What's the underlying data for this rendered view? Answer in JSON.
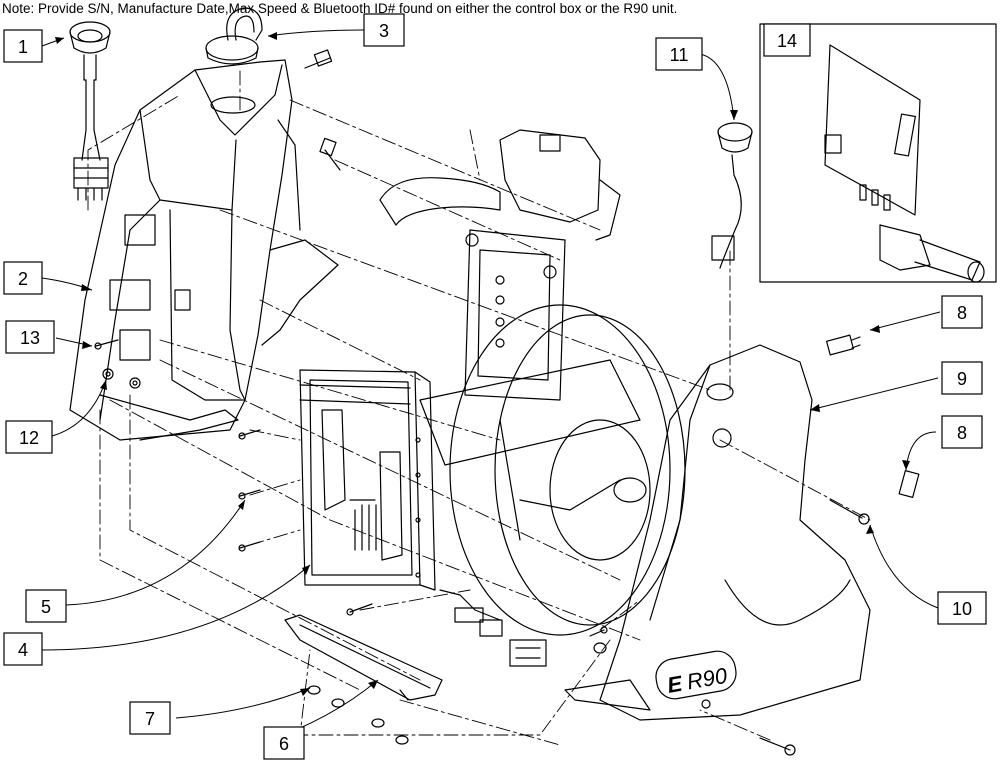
{
  "note": "Note: Provide S/N, Manufacture Date,Max Speed & Bluetooth ID# found on either the control box or the R90 unit.",
  "logo_text": "R90",
  "logo_mark": "E",
  "callouts": [
    {
      "id": "1",
      "label": "1"
    },
    {
      "id": "2",
      "label": "2"
    },
    {
      "id": "3",
      "label": "3"
    },
    {
      "id": "4",
      "label": "4"
    },
    {
      "id": "5",
      "label": "5"
    },
    {
      "id": "6",
      "label": "6"
    },
    {
      "id": "7",
      "label": "7"
    },
    {
      "id": "8a",
      "label": "8"
    },
    {
      "id": "8b",
      "label": "8"
    },
    {
      "id": "9",
      "label": "9"
    },
    {
      "id": "10",
      "label": "10"
    },
    {
      "id": "11",
      "label": "11"
    },
    {
      "id": "12",
      "label": "12"
    },
    {
      "id": "13",
      "label": "13"
    },
    {
      "id": "14",
      "label": "14"
    }
  ],
  "colors": {
    "line": "#000000",
    "background": "#ffffff"
  }
}
